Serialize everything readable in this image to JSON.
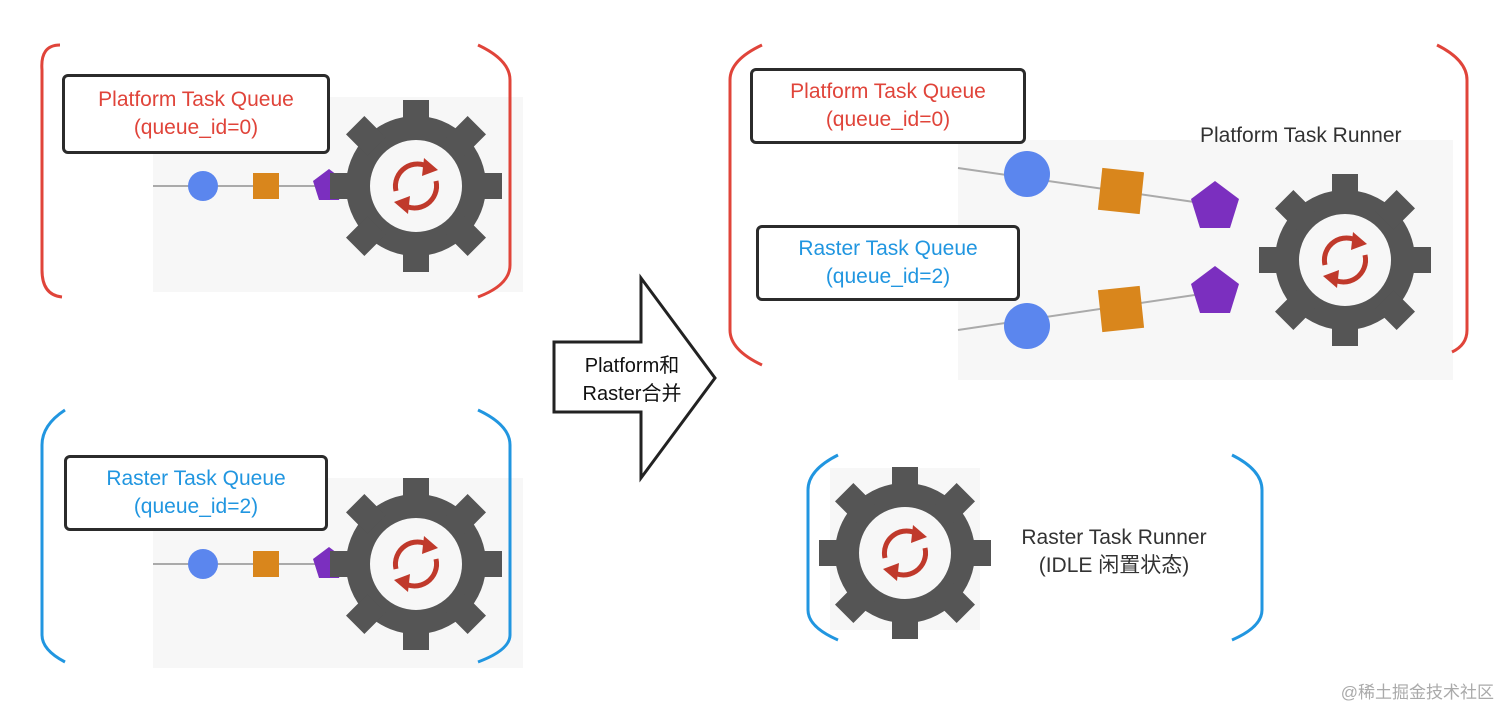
{
  "left_top": {
    "queue_title": "Platform Task Queue",
    "queue_id": "(queue_id=0)"
  },
  "left_bottom": {
    "queue_title": "Raster Task Queue",
    "queue_id": "(queue_id=2)"
  },
  "merge_arrow": {
    "line1": "Platform和",
    "line2": "Raster合并"
  },
  "right_top": {
    "platform_queue_title": "Platform Task Queue",
    "platform_queue_id": "(queue_id=0)",
    "raster_queue_title": "Raster Task Queue",
    "raster_queue_id": "(queue_id=2)",
    "runner_label": "Platform Task Runner"
  },
  "right_bottom": {
    "runner_label": "Raster Task Runner",
    "runner_state": "(IDLE 闲置状态)"
  },
  "watermark": "@稀土掘金技术社区",
  "colors": {
    "platform_red": "#e0443a",
    "raster_blue": "#2196e0",
    "gear": "#555555",
    "gear_arrow": "#c0392b",
    "task_circle": "#5b86ee",
    "task_square": "#d9861c",
    "task_pentagon": "#7b2fbf"
  }
}
